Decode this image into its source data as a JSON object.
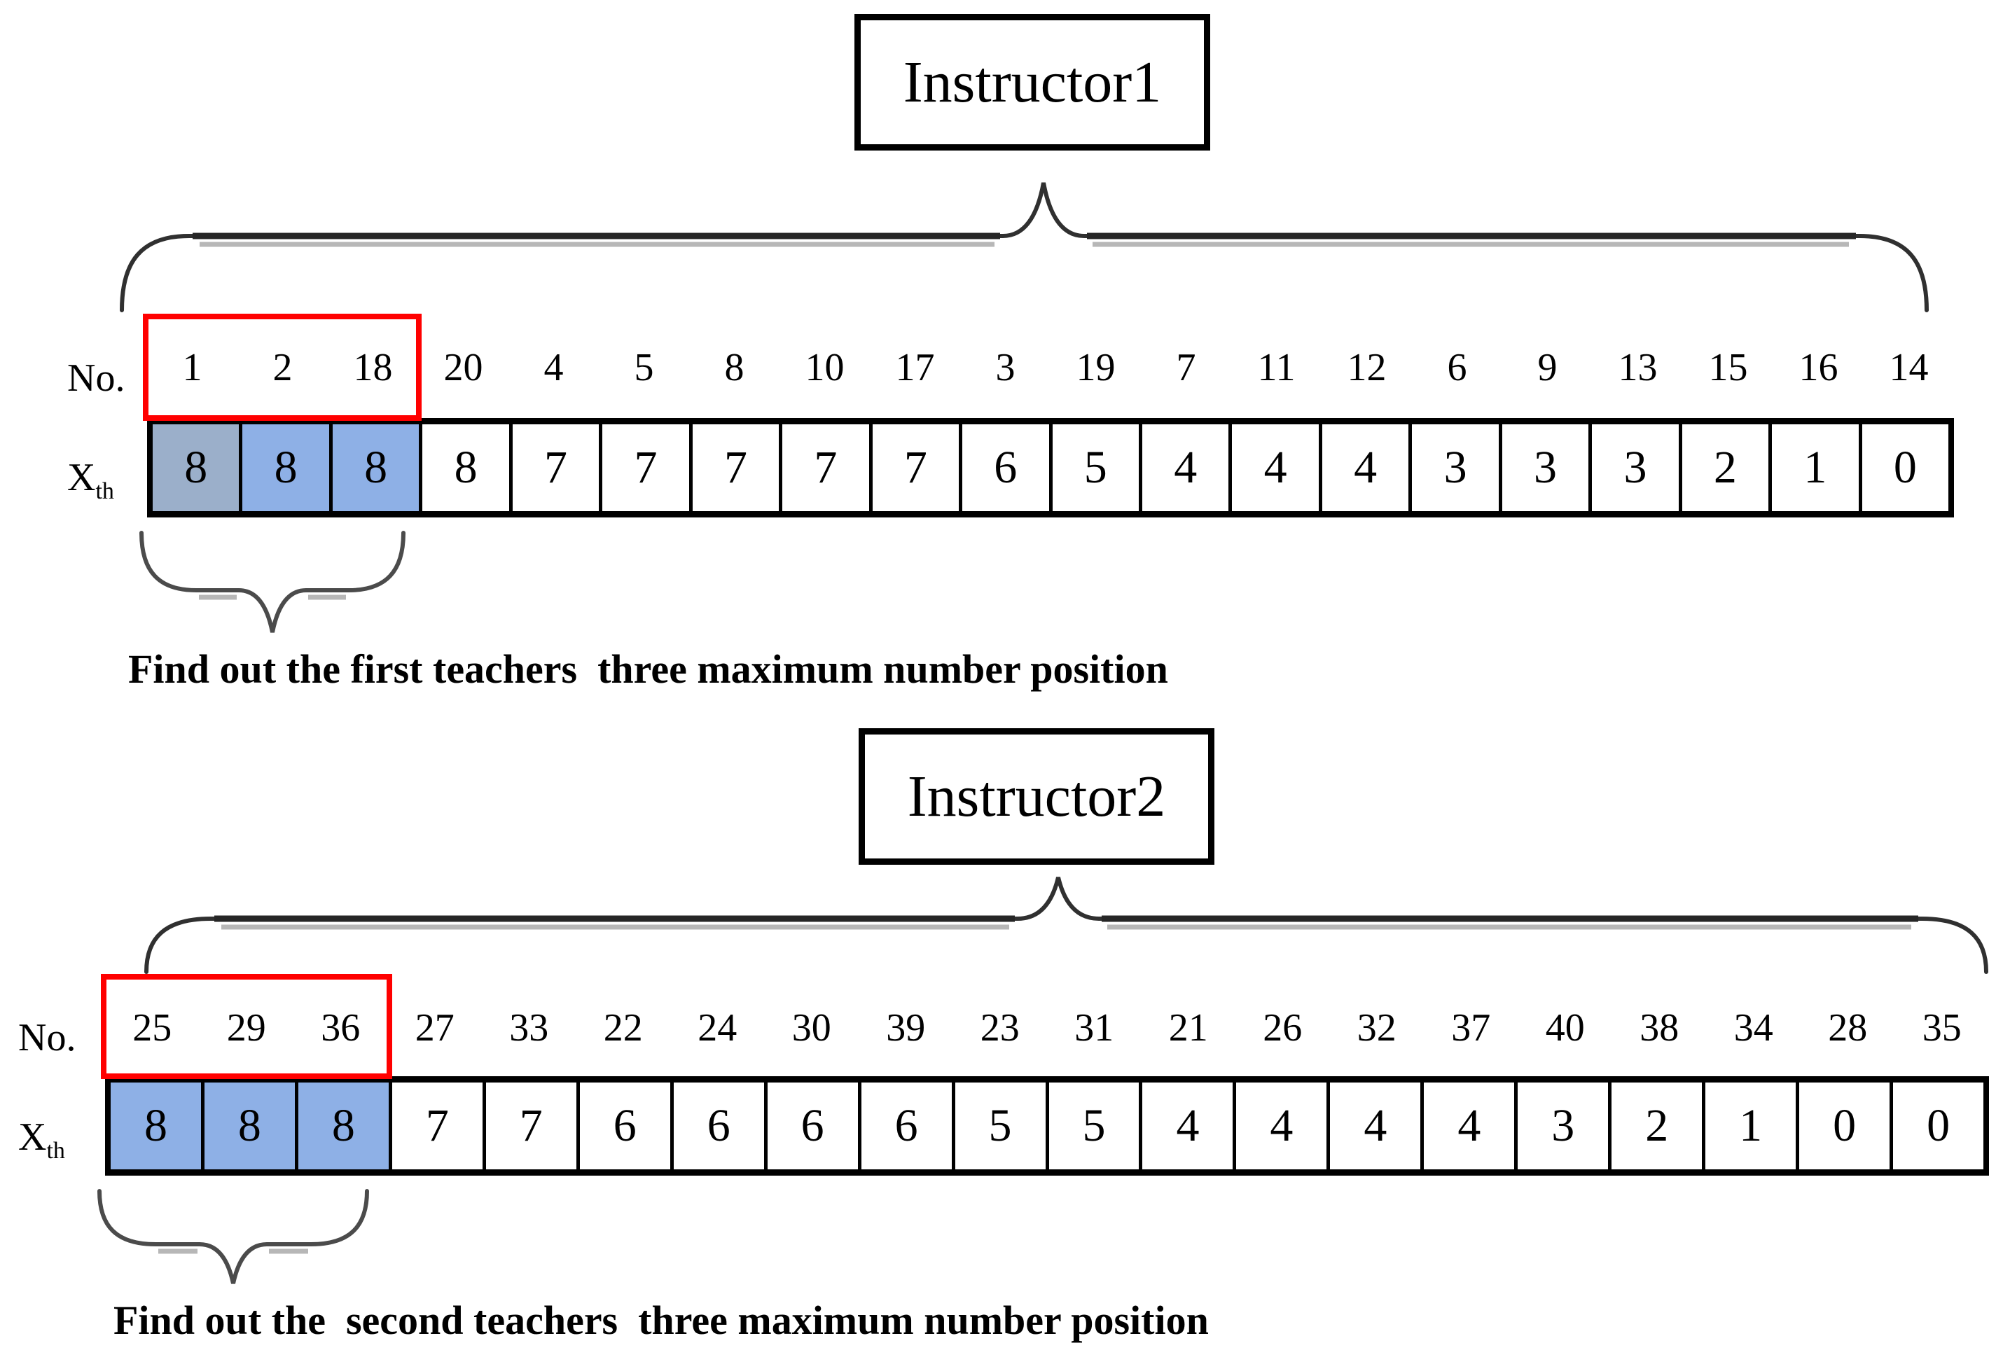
{
  "sections": [
    {
      "title": "Instructor1",
      "no_label": "No.",
      "x_label": "X",
      "x_sub": "th",
      "numbers": [
        "1",
        "2",
        "18",
        "20",
        "4",
        "5",
        "8",
        "10",
        "17",
        "3",
        "19",
        "7",
        "11",
        "12",
        "6",
        "9",
        "13",
        "15",
        "16",
        "14"
      ],
      "values": [
        "8",
        "8",
        "8",
        "8",
        "7",
        "7",
        "7",
        "7",
        "7",
        "6",
        "5",
        "4",
        "4",
        "4",
        "3",
        "3",
        "3",
        "2",
        "1",
        "0"
      ],
      "highlight_count": 3,
      "cell_colors": [
        "#9BAFCA",
        "#8EB0E6",
        "#8EB0E6"
      ],
      "caption": "Find out the first teachers  three maximum number position"
    },
    {
      "title": "Instructor2",
      "no_label": "No.",
      "x_label": "X",
      "x_sub": "th",
      "numbers": [
        "25",
        "29",
        "36",
        "27",
        "33",
        "22",
        "24",
        "30",
        "39",
        "23",
        "31",
        "21",
        "26",
        "32",
        "37",
        "40",
        "38",
        "34",
        "28",
        "35"
      ],
      "values": [
        "8",
        "8",
        "8",
        "7",
        "7",
        "6",
        "6",
        "6",
        "6",
        "5",
        "5",
        "4",
        "4",
        "4",
        "4",
        "3",
        "2",
        "1",
        "0",
        "0"
      ],
      "highlight_count": 3,
      "cell_colors": [
        "#8EB0E6",
        "#8EB0E6",
        "#8EB0E6"
      ],
      "caption": "Find out the  second teachers  three maximum number position"
    }
  ],
  "colors": {
    "highlight_box": "#FF0000",
    "cell_border": "#000000",
    "brace": "#303030"
  }
}
